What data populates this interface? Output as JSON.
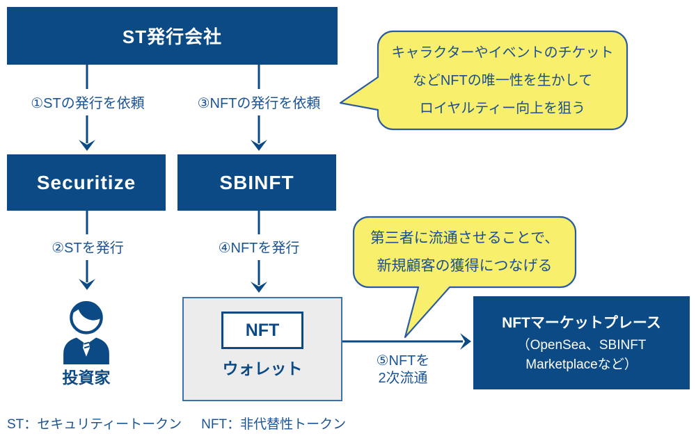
{
  "diagram": {
    "nodes": {
      "issuer": {
        "label": "ST発行会社"
      },
      "securitize": {
        "label": "Securitize"
      },
      "sbinft": {
        "label": "SBINFT"
      },
      "investor": {
        "label": "投資家"
      },
      "wallet": {
        "label": "ウォレット",
        "token_label": "NFT"
      },
      "marketplace": {
        "lines": [
          "NFTマーケットプレース",
          "（OpenSea、SBINFT",
          "Marketplaceなど）"
        ]
      }
    },
    "flows": {
      "step1": "①STの発行を依頼",
      "step2": "②STを発行",
      "step3": "③NFTの発行を依頼",
      "step4": "④NFTを発行",
      "step5_lines": [
        "⑤NFTを",
        "2次流通"
      ]
    },
    "callouts": {
      "nft_uniqueness": {
        "lines": [
          "キャラクターやイベントのチケット",
          "などNFTの唯一性を生かして",
          "ロイヤルティー向上を狙う"
        ]
      },
      "secondary_distribution": {
        "lines": [
          "第三者に流通させることで、",
          "新規顧客の獲得につなげる"
        ]
      }
    },
    "footnote": {
      "st": "ST：セキュリティートークン",
      "nft": "NFT：非代替性トークン"
    },
    "colors": {
      "navy": "#0b4a85",
      "label_blue": "#1b5494",
      "bubble_yellow": "#f8ef6c",
      "bubble_border": "#2a5ba1",
      "wallet_bg": "#ececec",
      "wallet_border": "#3a72ab",
      "white": "#ffffff"
    }
  }
}
